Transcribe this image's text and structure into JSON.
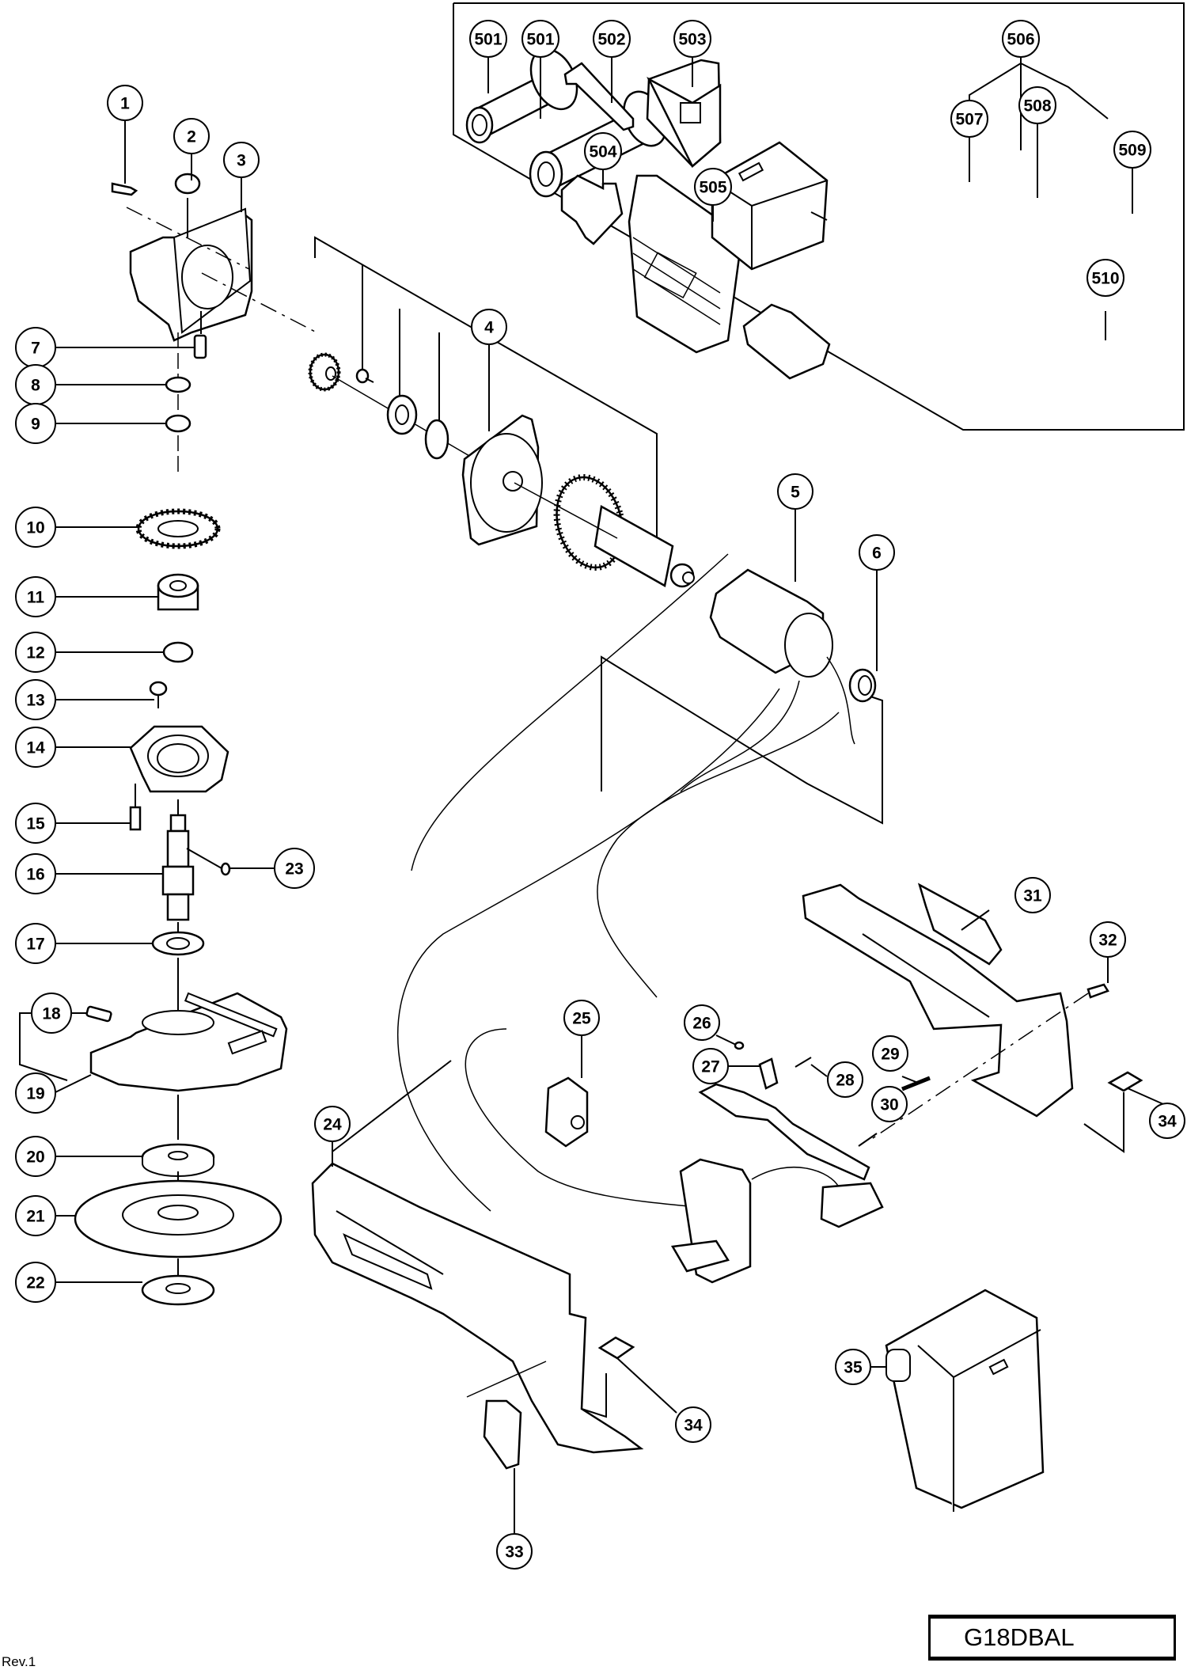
{
  "document": {
    "type": "exploded parts diagram",
    "model": "G18DBAL",
    "revision": "Rev.1"
  },
  "callouts": [
    {
      "id": "c1",
      "label": "1"
    },
    {
      "id": "c2",
      "label": "2"
    },
    {
      "id": "c3",
      "label": "3"
    },
    {
      "id": "c4",
      "label": "4"
    },
    {
      "id": "c5",
      "label": "5"
    },
    {
      "id": "c6",
      "label": "6"
    },
    {
      "id": "c7",
      "label": "7"
    },
    {
      "id": "c8",
      "label": "8"
    },
    {
      "id": "c9",
      "label": "9"
    },
    {
      "id": "c10",
      "label": "10"
    },
    {
      "id": "c11",
      "label": "11"
    },
    {
      "id": "c12",
      "label": "12"
    },
    {
      "id": "c13",
      "label": "13"
    },
    {
      "id": "c14",
      "label": "14"
    },
    {
      "id": "c15",
      "label": "15"
    },
    {
      "id": "c16",
      "label": "16"
    },
    {
      "id": "c17",
      "label": "17"
    },
    {
      "id": "c18",
      "label": "18"
    },
    {
      "id": "c19",
      "label": "19"
    },
    {
      "id": "c20",
      "label": "20"
    },
    {
      "id": "c21",
      "label": "21"
    },
    {
      "id": "c22",
      "label": "22"
    },
    {
      "id": "c23",
      "label": "23"
    },
    {
      "id": "c24",
      "label": "24"
    },
    {
      "id": "c25",
      "label": "25"
    },
    {
      "id": "c26",
      "label": "26"
    },
    {
      "id": "c27",
      "label": "27"
    },
    {
      "id": "c28",
      "label": "28"
    },
    {
      "id": "c29",
      "label": "29"
    },
    {
      "id": "c30",
      "label": "30"
    },
    {
      "id": "c31",
      "label": "31"
    },
    {
      "id": "c32",
      "label": "32"
    },
    {
      "id": "c33",
      "label": "33"
    },
    {
      "id": "c34a",
      "label": "34"
    },
    {
      "id": "c34b",
      "label": "34"
    },
    {
      "id": "c35",
      "label": "35"
    },
    {
      "id": "c501a",
      "label": "501"
    },
    {
      "id": "c501b",
      "label": "501"
    },
    {
      "id": "c502",
      "label": "502"
    },
    {
      "id": "c503",
      "label": "503"
    },
    {
      "id": "c504",
      "label": "504"
    },
    {
      "id": "c505",
      "label": "505"
    },
    {
      "id": "c506",
      "label": "506"
    },
    {
      "id": "c507",
      "label": "507"
    },
    {
      "id": "c508",
      "label": "508"
    },
    {
      "id": "c509",
      "label": "509"
    },
    {
      "id": "c510",
      "label": "510"
    }
  ]
}
